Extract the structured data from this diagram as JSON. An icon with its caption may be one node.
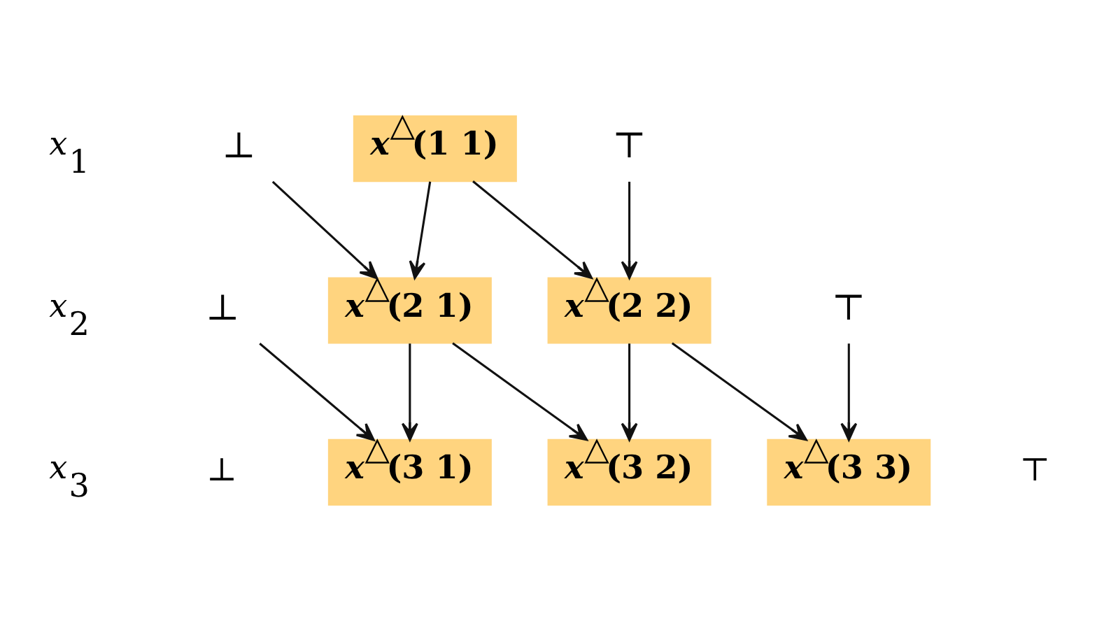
{
  "diagram": {
    "nodes": [
      {
        "text": [
          "⊥"
        ]
      },
      {
        "text": [
          "*x*$^{△}$(1 1)"
        ]
      },
      {
        "text": [
          "⊤"
        ]
      },
      {
        "text": [
          "⊥"
        ]
      },
      {
        "text": [
          "*x*$^{△}$(2 1)"
        ]
      },
      {
        "text": [
          "*x*$^{△}$(2 2)"
        ]
      },
      {
        "text": [
          "⊤"
        ]
      },
      {
        "text": [
          "*x*$^{△}$(3 1)"
        ]
      },
      {
        "text": [
          "*x*$^{△}$(3 2)"
        ]
      },
      {
        "text": [
          "*x*$^{△}$(3 3)"
        ]
      }
    ],
    "edges": [
      {
        "from": 0,
        "to": 4,
        "arrow": "to"
      },
      {
        "from": 1,
        "to": 4,
        "arrow": "to"
      },
      {
        "from": 1,
        "to": 5,
        "arrow": "to"
      },
      {
        "from": 2,
        "to": 5,
        "arrow": "to"
      },
      {
        "from": 3,
        "to": 7,
        "arrow": "to"
      },
      {
        "from": 4,
        "to": 7,
        "arrow": "to"
      },
      {
        "from": 4,
        "to": 8,
        "arrow": "to"
      },
      {
        "from": 5,
        "to": 8,
        "arrow": "to"
      },
      {
        "from": 5,
        "to": 9,
        "arrow": "to"
      },
      {
        "from": 6,
        "to": 9,
        "arrow": "to"
      }
    ],
    "labels": [
      "*x*$_{1}$",
      "*x*$_{2}$",
      "*x*$_{3}$",
      "⊥",
      "⊤"
    ]
  }
}
